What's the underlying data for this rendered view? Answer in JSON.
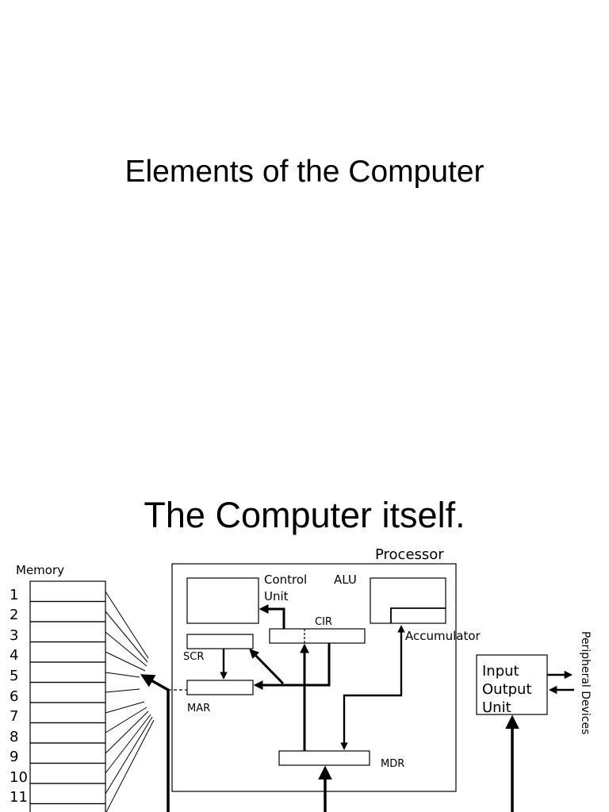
{
  "slide1": {
    "title": "Elements of the Computer"
  },
  "slide2": {
    "title": "The Computer itself.",
    "diagram": {
      "processor_label": "Processor",
      "memory_label": "Memory",
      "memory_addresses": [
        "1",
        "2",
        "3",
        "4",
        "5",
        "6",
        "7",
        "8",
        "9",
        "10",
        "11"
      ],
      "control_unit_line1": "Control",
      "control_unit_line2": "Unit",
      "alu_label": "ALU",
      "cir_label": "CIR",
      "accumulator_label": "Accumulator",
      "scr_label": "SCR",
      "mar_label": "MAR",
      "mdr_label": "MDR",
      "io_unit_line1": "Input",
      "io_unit_line2": "Output",
      "io_unit_line3": "Unit",
      "peripheral_label": "Peripheral Devices"
    }
  }
}
